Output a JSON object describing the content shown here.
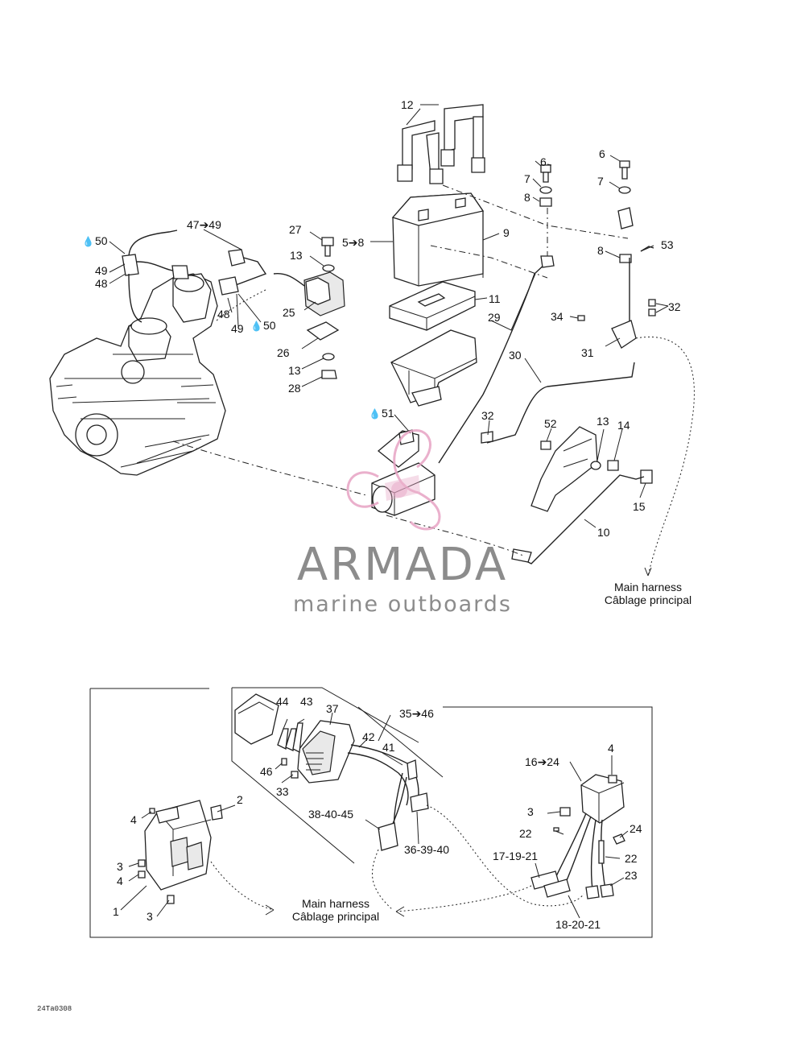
{
  "callouts": [
    {
      "id": "c12",
      "text": "12"
    },
    {
      "id": "c6a",
      "text": "6"
    },
    {
      "id": "c7a",
      "text": "7"
    },
    {
      "id": "c8a",
      "text": "8"
    },
    {
      "id": "c6b",
      "text": "6"
    },
    {
      "id": "c7b",
      "text": "7"
    },
    {
      "id": "c8b",
      "text": "8"
    },
    {
      "id": "c53",
      "text": "53"
    },
    {
      "id": "c47",
      "text": "47➔49"
    },
    {
      "id": "c50a",
      "text": "50"
    },
    {
      "id": "c49a",
      "text": "49"
    },
    {
      "id": "c48a",
      "text": "48"
    },
    {
      "id": "c27",
      "text": "27"
    },
    {
      "id": "c5",
      "text": "5➔8"
    },
    {
      "id": "c9",
      "text": "9"
    },
    {
      "id": "c13a",
      "text": "13"
    },
    {
      "id": "c25",
      "text": "25"
    },
    {
      "id": "c48b",
      "text": "48"
    },
    {
      "id": "c49b",
      "text": "49"
    },
    {
      "id": "c50b",
      "text": "50"
    },
    {
      "id": "c11",
      "text": "11"
    },
    {
      "id": "c29",
      "text": "29"
    },
    {
      "id": "c34",
      "text": "34"
    },
    {
      "id": "c32a",
      "text": "32"
    },
    {
      "id": "c31",
      "text": "31"
    },
    {
      "id": "c26",
      "text": "26"
    },
    {
      "id": "c13b",
      "text": "13"
    },
    {
      "id": "c28",
      "text": "28"
    },
    {
      "id": "c30",
      "text": "30"
    },
    {
      "id": "c51",
      "text": "51"
    },
    {
      "id": "c32b",
      "text": "32"
    },
    {
      "id": "c52",
      "text": "52"
    },
    {
      "id": "c13c",
      "text": "13"
    },
    {
      "id": "c14",
      "text": "14"
    },
    {
      "id": "c15",
      "text": "15"
    },
    {
      "id": "c10",
      "text": "10"
    },
    {
      "id": "c44",
      "text": "44"
    },
    {
      "id": "c43",
      "text": "43"
    },
    {
      "id": "c37",
      "text": "37"
    },
    {
      "id": "c35",
      "text": "35➔46"
    },
    {
      "id": "c42",
      "text": "42"
    },
    {
      "id": "c41",
      "text": "41"
    },
    {
      "id": "c46",
      "text": "46"
    },
    {
      "id": "c33",
      "text": "33"
    },
    {
      "id": "c4a",
      "text": "4"
    },
    {
      "id": "c16",
      "text": "16➔24"
    },
    {
      "id": "c2",
      "text": "2"
    },
    {
      "id": "c4b",
      "text": "4"
    },
    {
      "id": "c38",
      "text": "38-40-45"
    },
    {
      "id": "c3a",
      "text": "3"
    },
    {
      "id": "c22a",
      "text": "22"
    },
    {
      "id": "c24",
      "text": "24"
    },
    {
      "id": "c36",
      "text": "36-39-40"
    },
    {
      "id": "c3b",
      "text": "3"
    },
    {
      "id": "c4c",
      "text": "4"
    },
    {
      "id": "c17",
      "text": "17-19-21"
    },
    {
      "id": "c22b",
      "text": "22"
    },
    {
      "id": "c23",
      "text": "23"
    },
    {
      "id": "c1",
      "text": "1"
    },
    {
      "id": "c3c",
      "text": "3"
    },
    {
      "id": "c18",
      "text": "18-20-21"
    }
  ],
  "harness_labels": {
    "upper": {
      "en": "Main harness",
      "fr": "Câblage principal"
    },
    "lower": {
      "en": "Main harness",
      "fr": "Câblage principal"
    }
  },
  "watermark": {
    "brand": "ARMADA",
    "tagline": "marine outboards",
    "accent_color": "#e7a3c4",
    "text_color": "#8c8c8c"
  },
  "drawing_code": "24Ta0308",
  "drop_symbol": "💧"
}
